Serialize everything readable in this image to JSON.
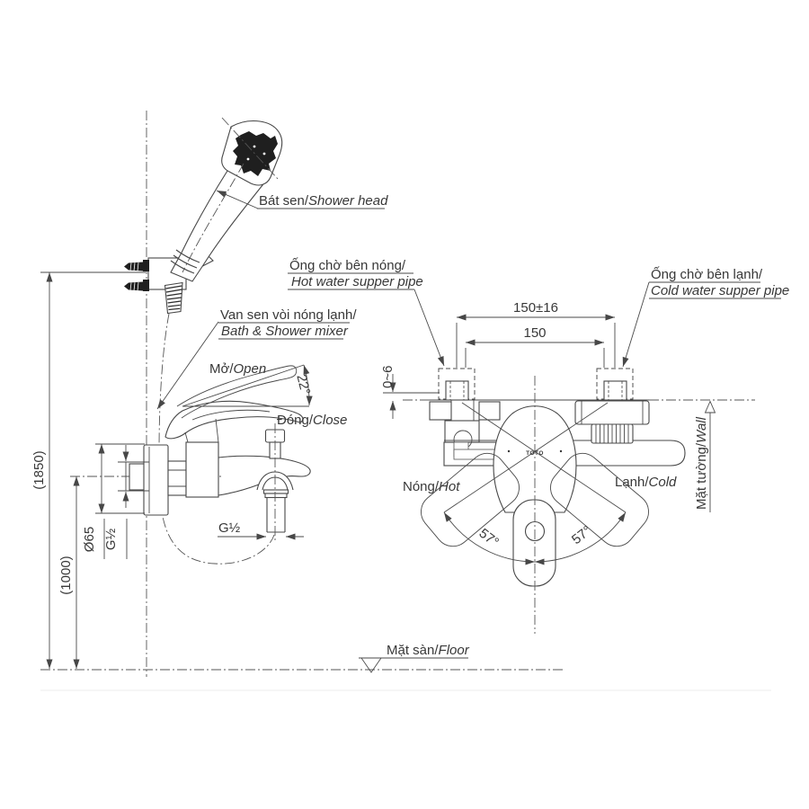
{
  "labels": {
    "shower_head_vi": "Bát sen/",
    "shower_head_en": "Shower head",
    "mixer_vi": "Van sen vòi nóng lạnh/",
    "mixer_en": "Bath & Shower mixer",
    "open_vi": "Mở/",
    "open_en": "Open",
    "close_vi": "Đóng/",
    "close_en": "Close",
    "hot_pipe_vi": "Ống chờ bên nóng/",
    "hot_pipe_en": "Hot water supper pipe",
    "cold_pipe_vi": "Ống chờ bên lạnh/",
    "cold_pipe_en": "Cold water supper pipe",
    "hot_vi": "Nóng/",
    "hot_en": "Hot",
    "cold_vi": "Lạnh/",
    "cold_en": "Cold",
    "wall_vi": "Mặt tường/",
    "wall_en": "Wall",
    "floor_vi": "Mặt sàn/",
    "floor_en": "Floor",
    "brand": "TOTO"
  },
  "dimensions": {
    "height_shower": "(1850)",
    "height_mixer": "(1000)",
    "flange_dia": "Ø65",
    "wall_thread": "G½",
    "outlet_thread": "G½",
    "open_angle": "22°",
    "swing_left": "57°",
    "swing_right": "57°",
    "span_tolerance": "150±16",
    "span": "150",
    "wall_protrusion": "0~6"
  },
  "colors": {
    "line": "#474747",
    "text": "#383838",
    "dark_fill": "#1f1f1f",
    "background": "#ffffff"
  }
}
